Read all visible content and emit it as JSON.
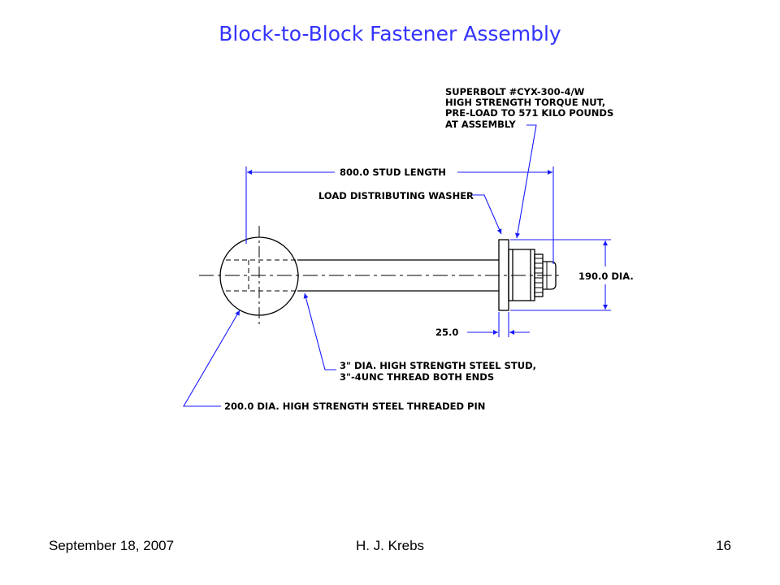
{
  "title": "Block-to-Block Fastener Assembly",
  "colors": {
    "title": "#3333ff",
    "dimension": "#1a1aff",
    "outline": "#000000"
  },
  "labels": {
    "superbolt": [
      "SUPERBOLT #CYX-300-4/W",
      "HIGH STRENGTH TORQUE NUT,",
      "PRE-LOAD TO 571 KILO POUNDS",
      "AT ASSEMBLY"
    ],
    "stud_length": "800.0 STUD LENGTH",
    "washer": "LOAD DISTRIBUTING WASHER",
    "diameter": "190.0 DIA.",
    "washer_thickness": "25.0",
    "stud": [
      "3\" DIA. HIGH STRENGTH STEEL STUD,",
      "3\"-4UNC THREAD BOTH ENDS"
    ],
    "pin": "200.0 DIA. HIGH STRENGTH STEEL THREADED PIN"
  },
  "footer": {
    "date": "September 18, 2007",
    "author": "H. J. Krebs",
    "page": "16"
  }
}
